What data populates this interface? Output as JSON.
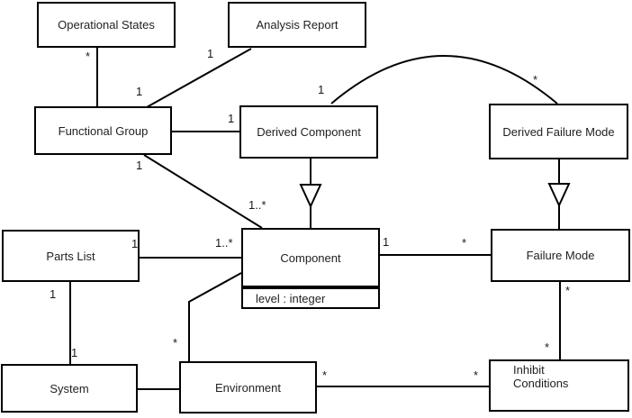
{
  "diagram": {
    "kind": "uml-class-diagram",
    "background_color": "#ffffff",
    "line_color": "#000000",
    "text_color": "#1f1f1f"
  },
  "classes": {
    "operational_states": {
      "name": "Operational States"
    },
    "analysis_report": {
      "name": "Analysis Report"
    },
    "functional_group": {
      "name": "Functional Group"
    },
    "derived_component": {
      "name": "Derived Component"
    },
    "derived_failure_mode": {
      "name": "Derived Failure Mode"
    },
    "parts_list": {
      "name": "Parts List"
    },
    "component": {
      "name": "Component",
      "attributes": [
        "level : integer"
      ]
    },
    "failure_mode": {
      "name": "Failure Mode"
    },
    "system": {
      "name": "System"
    },
    "environment": {
      "name": "Environment"
    },
    "inhibit_conditions": {
      "name": "Inhibit\nConditions"
    }
  },
  "relationships": [
    {
      "from": "Operational States",
      "to": "Functional Group",
      "type": "association",
      "from_mult": "*",
      "to_mult": "1"
    },
    {
      "from": "Analysis Report",
      "to": "Functional Group",
      "type": "association",
      "from_mult": "1"
    },
    {
      "from": "Functional Group",
      "to": "Derived Component",
      "type": "association",
      "to_mult": "1"
    },
    {
      "from": "Derived Component",
      "to": "Derived Failure Mode",
      "type": "association",
      "from_mult": "1",
      "to_mult": "*"
    },
    {
      "from": "Functional Group",
      "to": "Component",
      "type": "association",
      "from_mult": "1",
      "to_mult": "1..*"
    },
    {
      "from": "Parts List",
      "to": "Component",
      "type": "association",
      "from_mult": "1",
      "to_mult": "1..*"
    },
    {
      "from": "Component",
      "to": "Failure Mode",
      "type": "association",
      "from_mult": "1",
      "to_mult": "*"
    },
    {
      "from": "Parts List",
      "to": "System",
      "type": "association",
      "from_mult": "1",
      "to_mult": "1"
    },
    {
      "from": "Component",
      "to": "Environment",
      "type": "association",
      "to_mult": "*"
    },
    {
      "from": "System",
      "to": "Environment",
      "type": "association"
    },
    {
      "from": "Environment",
      "to": "Inhibit Conditions",
      "type": "association",
      "from_mult": "*",
      "to_mult": "*"
    },
    {
      "from": "Failure Mode",
      "to": "Inhibit Conditions",
      "type": "association",
      "from_mult": "*",
      "to_mult": "*"
    },
    {
      "from": "Derived Component",
      "to": "Component",
      "type": "generalization"
    },
    {
      "from": "Derived Failure Mode",
      "to": "Failure Mode",
      "type": "generalization"
    }
  ]
}
